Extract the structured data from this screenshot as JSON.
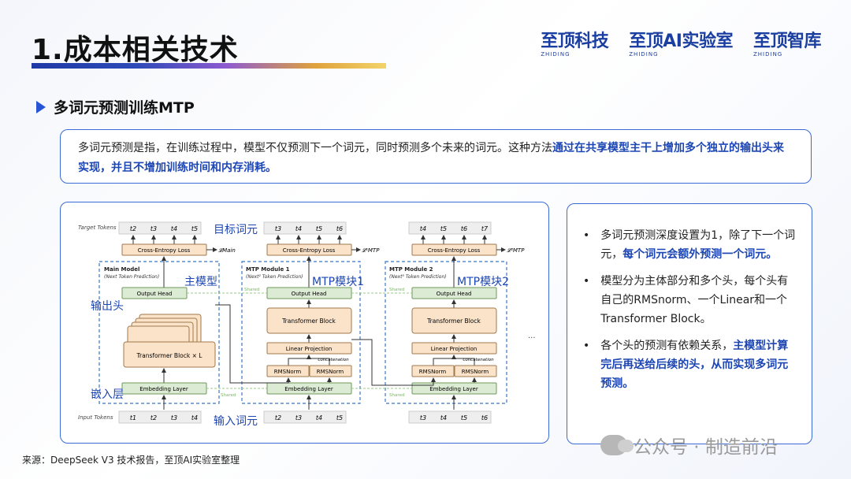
{
  "header": {
    "title": "1.成本相关技术",
    "logos": [
      {
        "main": "至顶科技",
        "sub": "ZHIDING"
      },
      {
        "main": "至顶AI实验室",
        "sub": "ZHIDING"
      },
      {
        "main": "至顶智库",
        "sub": "ZHIDING"
      }
    ]
  },
  "section": {
    "title": "多词元预测训练MTP"
  },
  "intro": {
    "plain": "多词元预测是指，在训练过程中，模型不仅预测下一个词元，同时预测多个未来的词元。这种方法",
    "highlight": "通过在共享模型主干上增加多个独立的输出头来实现，并且不增加训练时间和内存消耗。"
  },
  "diagram": {
    "row_labels": {
      "target": "Target Tokens",
      "input": "Input Tokens"
    },
    "annotations": {
      "target_cn": "目标词元",
      "input_cn": "输入词元",
      "main_cn": "主模型",
      "mtp1_cn": "MTP模块1",
      "mtp2_cn": "MTP模块2",
      "output_head_cn": "输出头",
      "embedding_cn": "嵌入层"
    },
    "main": {
      "title": "Main Model",
      "subtitle": "(Next Token Prediction)",
      "loss": "Cross-Entropy Loss",
      "loss_symbol": "𝓛Main",
      "output_head": "Output Head",
      "transformer": "Transformer Block × L",
      "embedding": "Embedding Layer",
      "targets": [
        "t2",
        "t3",
        "t4",
        "t5"
      ],
      "inputs": [
        "t1",
        "t2",
        "t3",
        "t4"
      ]
    },
    "mtp1": {
      "title": "MTP Module 1",
      "subtitle": "(Next² Token Prediction)",
      "loss": "Cross-Entropy Loss",
      "loss_symbol": "𝓛¹MTP",
      "output_head": "Output Head",
      "transformer": "Transformer Block",
      "linear": "Linear Projection",
      "concat": "concatenation",
      "rmsnorm": [
        "RMSNorm",
        "RMSNorm"
      ],
      "embedding": "Embedding Layer",
      "targets": [
        "t3",
        "t4",
        "t5",
        "t6"
      ],
      "inputs": [
        "t2",
        "t3",
        "t4",
        "t5"
      ]
    },
    "mtp2": {
      "title": "MTP Module 2",
      "subtitle": "(Next³ Token Prediction)",
      "loss": "Cross-Entropy Loss",
      "loss_symbol": "𝓛²MTP",
      "output_head": "Output Head",
      "transformer": "Transformer Block",
      "linear": "Linear Projection",
      "concat": "concatenation",
      "rmsnorm": [
        "RMSNorm",
        "RMSNorm"
      ],
      "embedding": "Embedding Layer",
      "targets": [
        "t4",
        "t5",
        "t6",
        "t7"
      ],
      "inputs": [
        "t3",
        "t4",
        "t5",
        "t6"
      ]
    },
    "shared_label": "Shared",
    "ellipsis": "..."
  },
  "bullets": [
    {
      "plain": "多词元预测深度设置为1，除了下一个词元，",
      "highlight": "每个词元会额外预测一个词元。"
    },
    {
      "plain": "模型分为主体部分和多个头，每个头有自己的RMSnorm、一个Linear和一个Transformer Block。",
      "highlight": ""
    },
    {
      "plain": "各个头的预测有依赖关系，",
      "highlight": "主模型计算完后再送给后续的头，从而实现多词元预测。"
    }
  ],
  "footer": {
    "source": "来源：DeepSeek V3 技术报告，至顶AI实验室整理",
    "watermark": "公众号 · 制造前沿"
  },
  "colors": {
    "accent": "#1d46b5",
    "border": "#3b6bd6",
    "box_green": "#dcebd3",
    "box_orange": "#fbe3c9"
  }
}
